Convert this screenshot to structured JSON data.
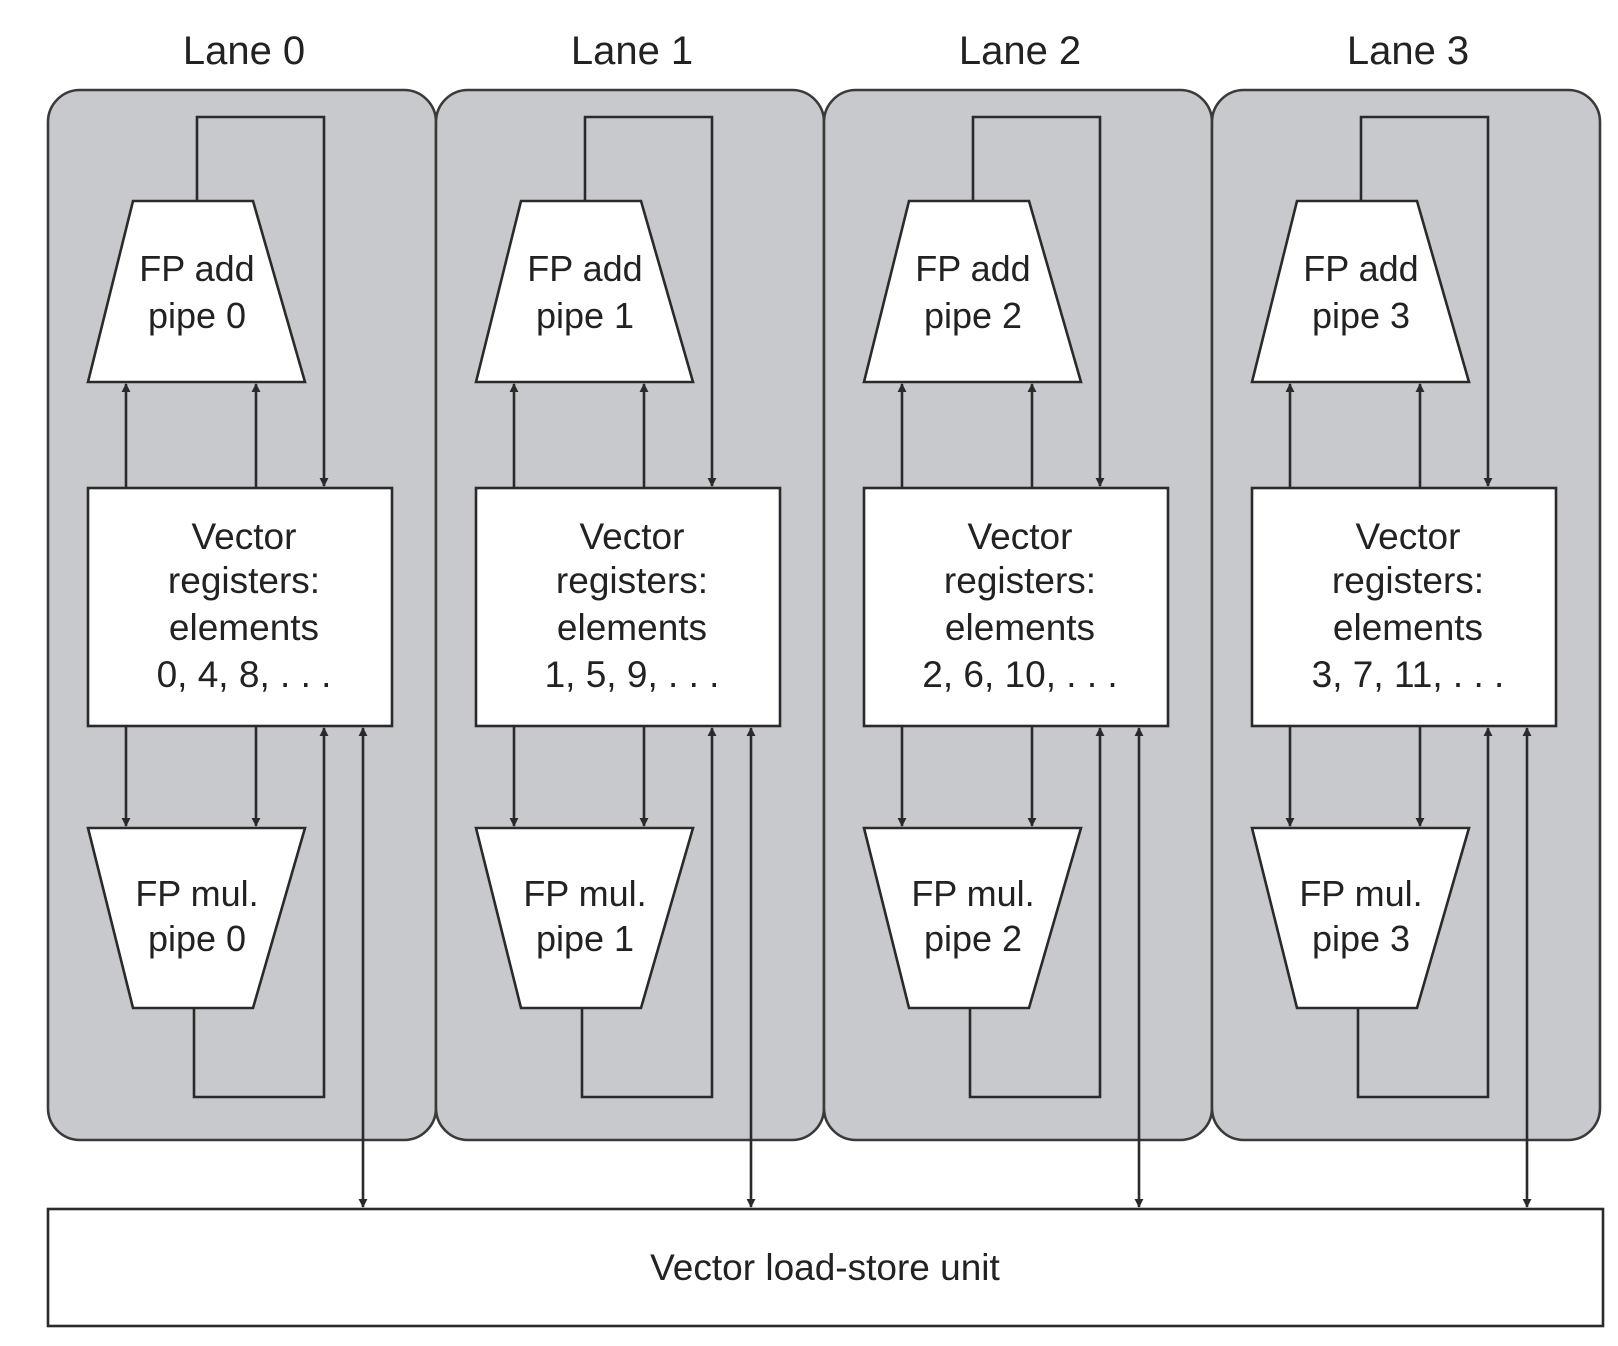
{
  "lanes": [
    {
      "title": "Lane 0",
      "fp_add": [
        "FP add",
        "pipe 0"
      ],
      "vector_registers": [
        "Vector",
        "registers:",
        "elements",
        "0, 4, 8, . . ."
      ],
      "fp_mul": [
        "FP mul.",
        "pipe 0"
      ]
    },
    {
      "title": "Lane 1",
      "fp_add": [
        "FP add",
        "pipe 1"
      ],
      "vector_registers": [
        "Vector",
        "registers:",
        "elements",
        "1, 5, 9, . . ."
      ],
      "fp_mul": [
        "FP mul.",
        "pipe 1"
      ]
    },
    {
      "title": "Lane 2",
      "fp_add": [
        "FP add",
        "pipe 2"
      ],
      "vector_registers": [
        "Vector",
        "registers:",
        "elements",
        "2, 6, 10, . . ."
      ],
      "fp_mul": [
        "FP mul.",
        "pipe 2"
      ]
    },
    {
      "title": "Lane 3",
      "fp_add": [
        "FP add",
        "pipe 3"
      ],
      "vector_registers": [
        "Vector",
        "registers:",
        "elements",
        "3, 7, 11, . . ."
      ],
      "fp_mul": [
        "FP mul.",
        "pipe 3"
      ]
    }
  ],
  "load_store_unit": {
    "label": "Vector load-store unit"
  },
  "colors": {
    "lane_background": "#c8c9cc",
    "box_fill": "#ffffff",
    "stroke": "#2a2a2a",
    "text": "#222222"
  }
}
